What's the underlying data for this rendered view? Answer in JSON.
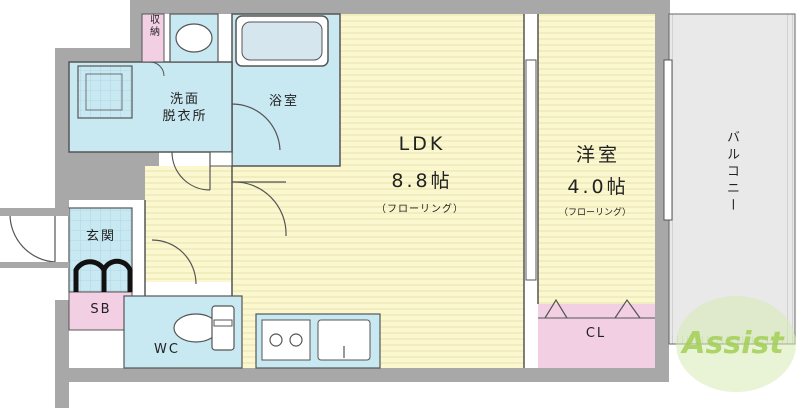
{
  "rooms": {
    "storage": "収納",
    "washroom_line1": "洗面",
    "washroom_line2": "脱衣所",
    "bath": "浴室",
    "ldk_name": "LDK",
    "ldk_size": "8.8帖",
    "ldk_floor": "（フローリング）",
    "western_name": "洋室",
    "western_size": "4.0帖",
    "western_floor": "（フローリング）",
    "balcony": "バルコニー",
    "entrance": "玄関",
    "shoe_box": "SB",
    "toilet": "WC",
    "closet": "CL"
  },
  "logo": {
    "text": "Assist"
  },
  "colors": {
    "floor": "#fbf7cf",
    "wet": "#c8e8f2",
    "storage": "#f3cfe4",
    "wall": "#a8a8a8",
    "balcony": "#e9e9e9",
    "line": "#555555",
    "logo": "#a3cf55"
  }
}
